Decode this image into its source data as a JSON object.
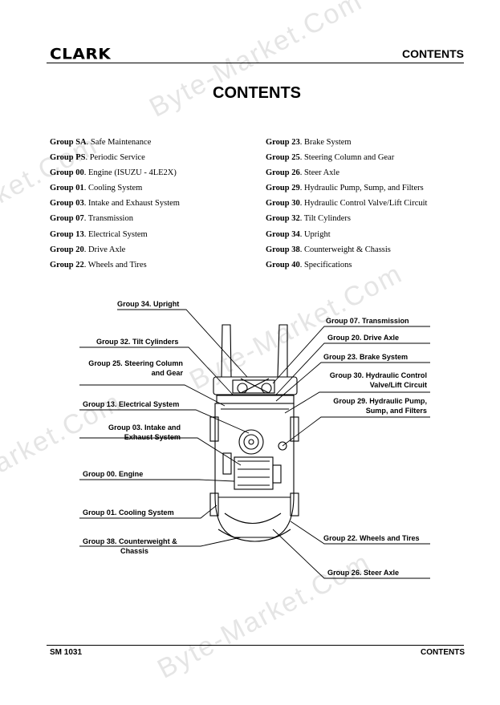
{
  "header": {
    "logo": "CLARK",
    "section": "CONTENTS"
  },
  "title": "CONTENTS",
  "toc": {
    "left": [
      {
        "group": "Group SA",
        "label": ". Safe Maintenance"
      },
      {
        "group": "Group PS",
        "label": ". Periodic Service"
      },
      {
        "group": "Group 00",
        "label": ". Engine (ISUZU - 4LE2X)"
      },
      {
        "group": "Group 01",
        "label": ". Cooling System"
      },
      {
        "group": "Group 03",
        "label": ". Intake and Exhaust System"
      },
      {
        "group": "Group 07",
        "label": ". Transmission"
      },
      {
        "group": "Group 13",
        "label": ". Electrical System"
      },
      {
        "group": "Group 20",
        "label": ". Drive Axle"
      },
      {
        "group": "Group 22",
        "label": ". Wheels and Tires"
      }
    ],
    "right": [
      {
        "group": "Group 23",
        "label": ". Brake  System"
      },
      {
        "group": "Group 25",
        "label": ". Steering Column and Gear"
      },
      {
        "group": "Group 26",
        "label": ". Steer Axle"
      },
      {
        "group": "Group 29",
        "label": ". Hydraulic Pump, Sump, and Filters"
      },
      {
        "group": "Group 30",
        "label": ". Hydraulic Control Valve/Lift Circuit"
      },
      {
        "group": "Group 32",
        "label": ". Tilt Cylinders"
      },
      {
        "group": "Group 34",
        "label": ". Upright"
      },
      {
        "group": "Group 38",
        "label": ". Counterweight  & Chassis"
      },
      {
        "group": "Group 40",
        "label": ". Specifications"
      }
    ]
  },
  "diagram": {
    "upright": "Group 34. Upright",
    "tilt": "Group 32. Tilt Cylinders",
    "steering": [
      "Group 25. Steering Column",
      "and Gear"
    ],
    "electrical": "Group 13. Electrical System",
    "intake": [
      "Group 03. Intake and",
      "Exhaust System"
    ],
    "engine": "Group 00. Engine",
    "cooling": "Group 01. Cooling System",
    "counterweight": [
      "Group 38. Counterweight &",
      "Chassis"
    ],
    "transmission": "Group 07. Transmission",
    "drive_axle": "Group 20. Drive Axle",
    "brake": "Group 23. Brake System",
    "control_valve": [
      "Group 30. Hydraulic Control",
      "Valve/Lift Circuit"
    ],
    "pump": [
      "Group 29. Hydraulic Pump,",
      "Sump, and Filters"
    ],
    "wheels": "Group 22. Wheels and Tires",
    "steer_axle": "Group 26. Steer Axle"
  },
  "footer": {
    "left": "SM 1031",
    "right": "CONTENTS"
  },
  "watermark": "Byte-Market.Com"
}
